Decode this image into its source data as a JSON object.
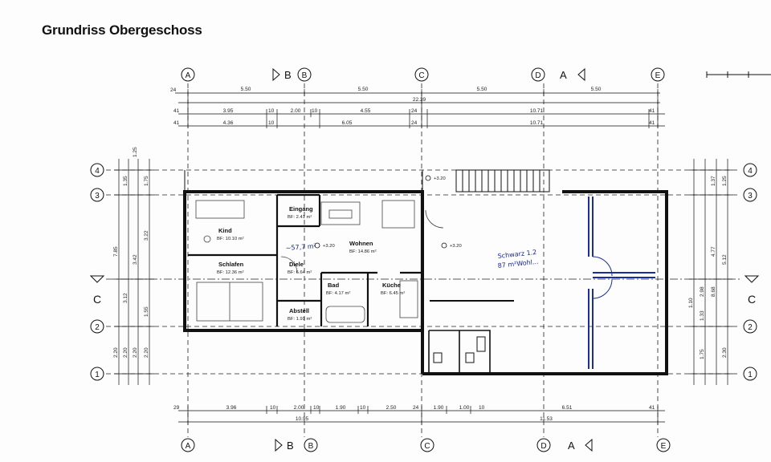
{
  "title": "Grundriss Obergeschoss",
  "axes_columns": [
    "A",
    "B",
    "C",
    "D",
    "E"
  ],
  "axes_rows": [
    "4",
    "3",
    "2",
    "1"
  ],
  "section_marks": {
    "b": "B",
    "a": "A",
    "c": "C"
  },
  "dims_top": {
    "row1": [
      "5.50",
      "5.50",
      "5.50",
      "5.50"
    ],
    "row1_left": "24",
    "row2_total": "22.39",
    "row3": [
      "3.95",
      "2.00",
      "4.55",
      "10.71"
    ],
    "row3_small": [
      "41",
      "10",
      "10",
      "24",
      "41"
    ],
    "row4": [
      "4.36",
      "6.05",
      "10.71"
    ],
    "row4_small": [
      "41",
      "10",
      "24",
      "41"
    ]
  },
  "dims_bottom": {
    "row1": [
      "3.96",
      "2.00",
      "1.90",
      "2.50",
      "1.90",
      "1.00",
      "6.51"
    ],
    "row1_small": [
      "29",
      "10",
      "10",
      "10",
      "24",
      "10",
      "41"
    ],
    "row2": [
      "10.95",
      "11.53"
    ]
  },
  "dims_left": [
    "1.25",
    "1.35",
    "1.75",
    "3.22",
    "3.42",
    "7.85",
    "3.12",
    "1.55",
    "2.20",
    "2.20",
    "2.20",
    "2.20"
  ],
  "dims_right": [
    "1.37",
    "1.25",
    "4.77",
    "5.12",
    "2.98",
    "8.68",
    "1.33",
    "1.10",
    "1.75",
    "2.30"
  ],
  "rooms": [
    {
      "name": "Eingang",
      "area": "BF: 2.41 m²"
    },
    {
      "name": "Kind",
      "area": "BF: 10.10 m²"
    },
    {
      "name": "Wohnen",
      "area": "BF: 14.86 m²"
    },
    {
      "name": "Schlafen",
      "area": "BF: 12.36 m²"
    },
    {
      "name": "Diele",
      "area": "BF: 6.64 m²"
    },
    {
      "name": "Bad",
      "area": "BF: 4.17 m²"
    },
    {
      "name": "Küche",
      "area": "BF: 6.45 m²"
    },
    {
      "name": "Abstell",
      "area": "BF: 1.91 m²"
    }
  ],
  "levels": [
    "+3.20",
    "+3.20",
    "+3.20"
  ],
  "handwritten": [
    "~57,7 m²",
    "Schwarz 1.2",
    "87 m²Wohl..."
  ]
}
